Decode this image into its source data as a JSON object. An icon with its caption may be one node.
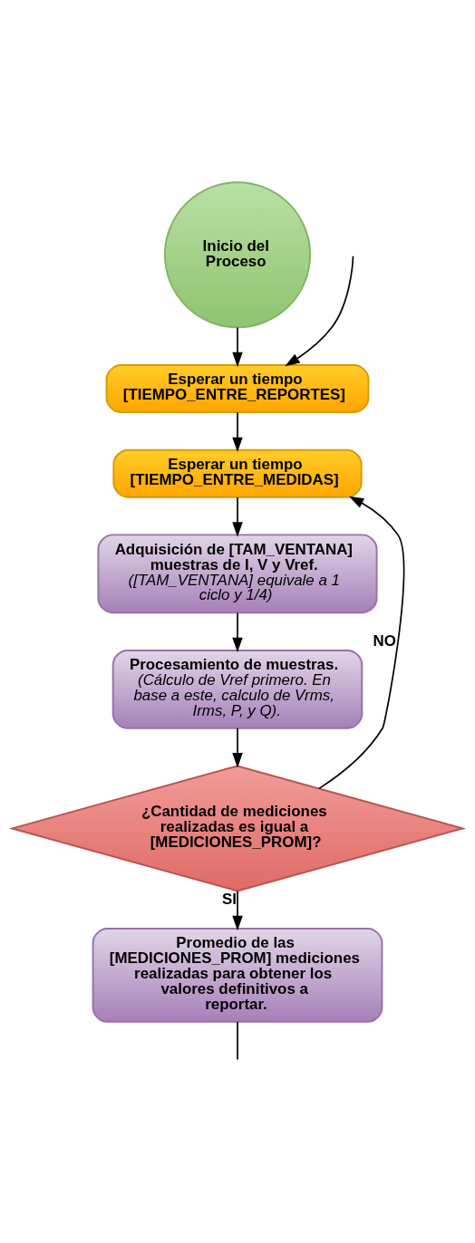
{
  "diagram": {
    "nodes": [
      {
        "text": [
          "Inicio del Proceso"
        ]
      },
      {
        "text": [
          "Esperar un tiempo [TIEMPO_ENTRE_REPORTES]"
        ]
      },
      {
        "text": [
          "Esperar un tiempo [TIEMPO_ENTRE_MEDIDAS]"
        ]
      },
      {
        "text": [
          "Adquisición de [TAM_VENTANA] muestras de I, V y Vref.",
          "([TAM_VENTANA] equivale a 1 ciclo y 1/4)"
        ]
      },
      {
        "text": [
          "Procesamiento de muestras.",
          "(Cálculo de Vref primero. En base a este, calculo de Vrms, Irms, P, y Q)."
        ]
      },
      {
        "text": [
          "¿Cantidad de mediciones realizadas es igual a [MEDICIONES_PROM]?"
        ]
      },
      {
        "text": [
          "Promedio de las [MEDICIONES_PROM] mediciones realizadas para obtener los valores definitivos a reportar."
        ]
      }
    ],
    "edges": [
      {
        "from": 0,
        "to": 1,
        "arrow": "to"
      },
      {
        "from": null,
        "to": 1,
        "arrow": "to"
      },
      {
        "from": 1,
        "to": 2,
        "arrow": "to"
      },
      {
        "from": 2,
        "to": 3,
        "arrow": "to"
      },
      {
        "from": 3,
        "to": 4,
        "arrow": "to"
      },
      {
        "from": 4,
        "to": 5,
        "arrow": "to"
      },
      {
        "from": 5,
        "to": 2,
        "arrow": "to",
        "label": "NO"
      },
      {
        "from": 5,
        "to": 6,
        "arrow": "to",
        "label": "SI"
      },
      {
        "from": 6,
        "to": null,
        "arrow": "none"
      }
    ]
  }
}
